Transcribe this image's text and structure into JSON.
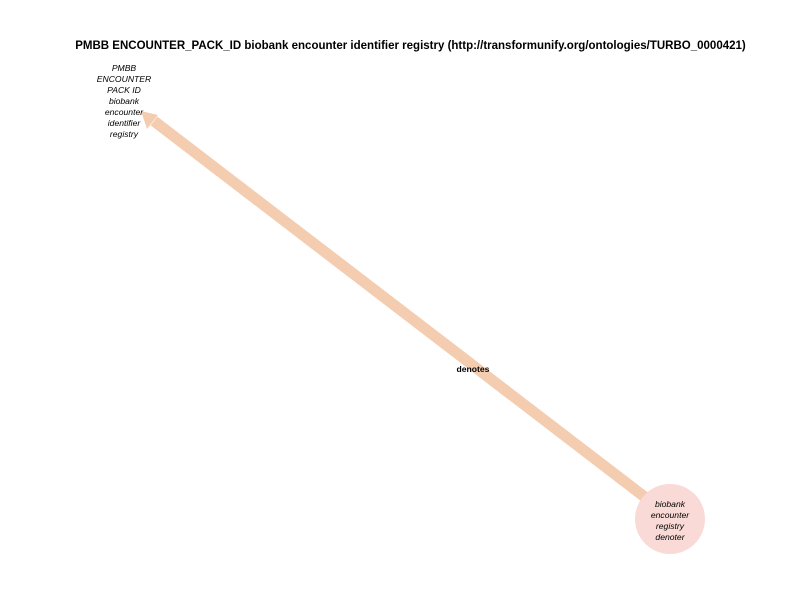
{
  "title": "PMBB ENCOUNTER_PACK_ID biobank encounter identifier registry (http://transformunify.org/ontologies/TURBO_0000421)",
  "colors": {
    "edge": "#f4ccb0",
    "target_node_fill": "#fadad6"
  },
  "nodes": {
    "source": {
      "label_lines": [
        "PMBB",
        "ENCOUNTER",
        "PACK ID",
        "biobank",
        "encounter",
        "identifier",
        "registry"
      ]
    },
    "target": {
      "label_lines": [
        "biobank",
        "encounter",
        "registry",
        "denoter"
      ]
    }
  },
  "edge": {
    "label": "denotes",
    "direction": "from target to source"
  }
}
